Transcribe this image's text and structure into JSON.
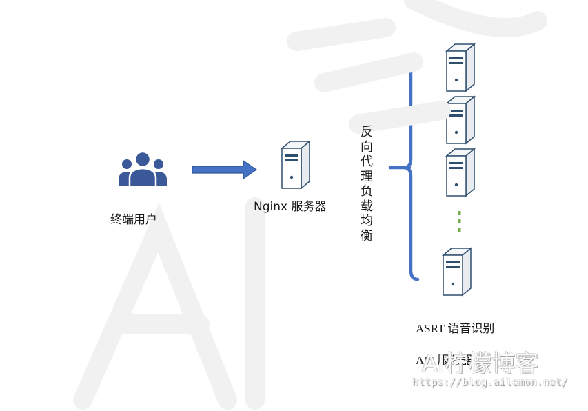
{
  "nodes": {
    "users_label": "终端用户",
    "nginx_label": "Nginx 服务器",
    "edge_label": "反向代理负载均衡",
    "backend_label_line1": "ASRT 语音识别",
    "backend_label_line2": "API 服务器"
  },
  "watermark": {
    "big": "AI柠檬博客",
    "url": "https://blog.ailemon.net/"
  },
  "colors": {
    "users_icon": "#3b5998",
    "arrow": "#4472c4",
    "bracket": "#4472c4",
    "ellipsis_dots": "#70ad47",
    "server_stroke": "#2f4f6f"
  },
  "icons": {
    "users": "user-group-icon",
    "server": "server-tower-icon"
  }
}
